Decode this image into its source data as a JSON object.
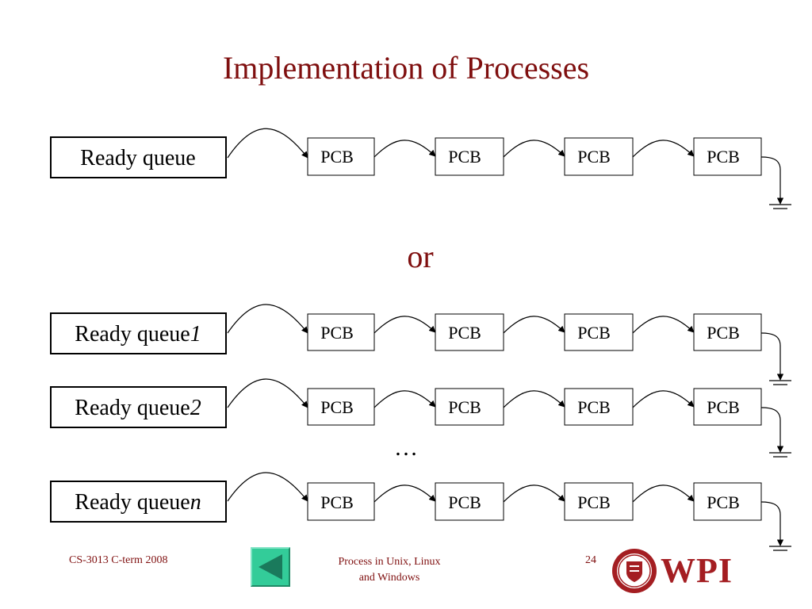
{
  "title": "Implementation of Processes",
  "or_text": "or",
  "ellipsis": "…",
  "single_queue": {
    "label": "Ready queue",
    "nodes": [
      "PCB",
      "PCB",
      "PCB",
      "PCB"
    ]
  },
  "multi_queues": [
    {
      "label_base": "Ready queue",
      "label_suffix": "1",
      "nodes": [
        "PCB",
        "PCB",
        "PCB",
        "PCB"
      ]
    },
    {
      "label_base": "Ready queue",
      "label_suffix": "2",
      "nodes": [
        "PCB",
        "PCB",
        "PCB",
        "PCB"
      ]
    },
    {
      "label_base": "Ready queue",
      "label_suffix": "n",
      "nodes": [
        "PCB",
        "PCB",
        "PCB",
        "PCB"
      ]
    }
  ],
  "footer": {
    "course": "CS-3013 C-term 2008",
    "topic_line1": "Process in Unix, Linux",
    "topic_line2": "and Windows",
    "page": "24",
    "logo_text": "WPI"
  },
  "colors": {
    "title": "#7f0f0f",
    "nav_button": "#33cc99",
    "nav_arrow": "#1a7a5c",
    "logo": "#a41e22"
  },
  "icons": {
    "nav": "back-triangle-icon",
    "null_pointer": "ground-icon",
    "seal": "wpi-seal-icon"
  }
}
